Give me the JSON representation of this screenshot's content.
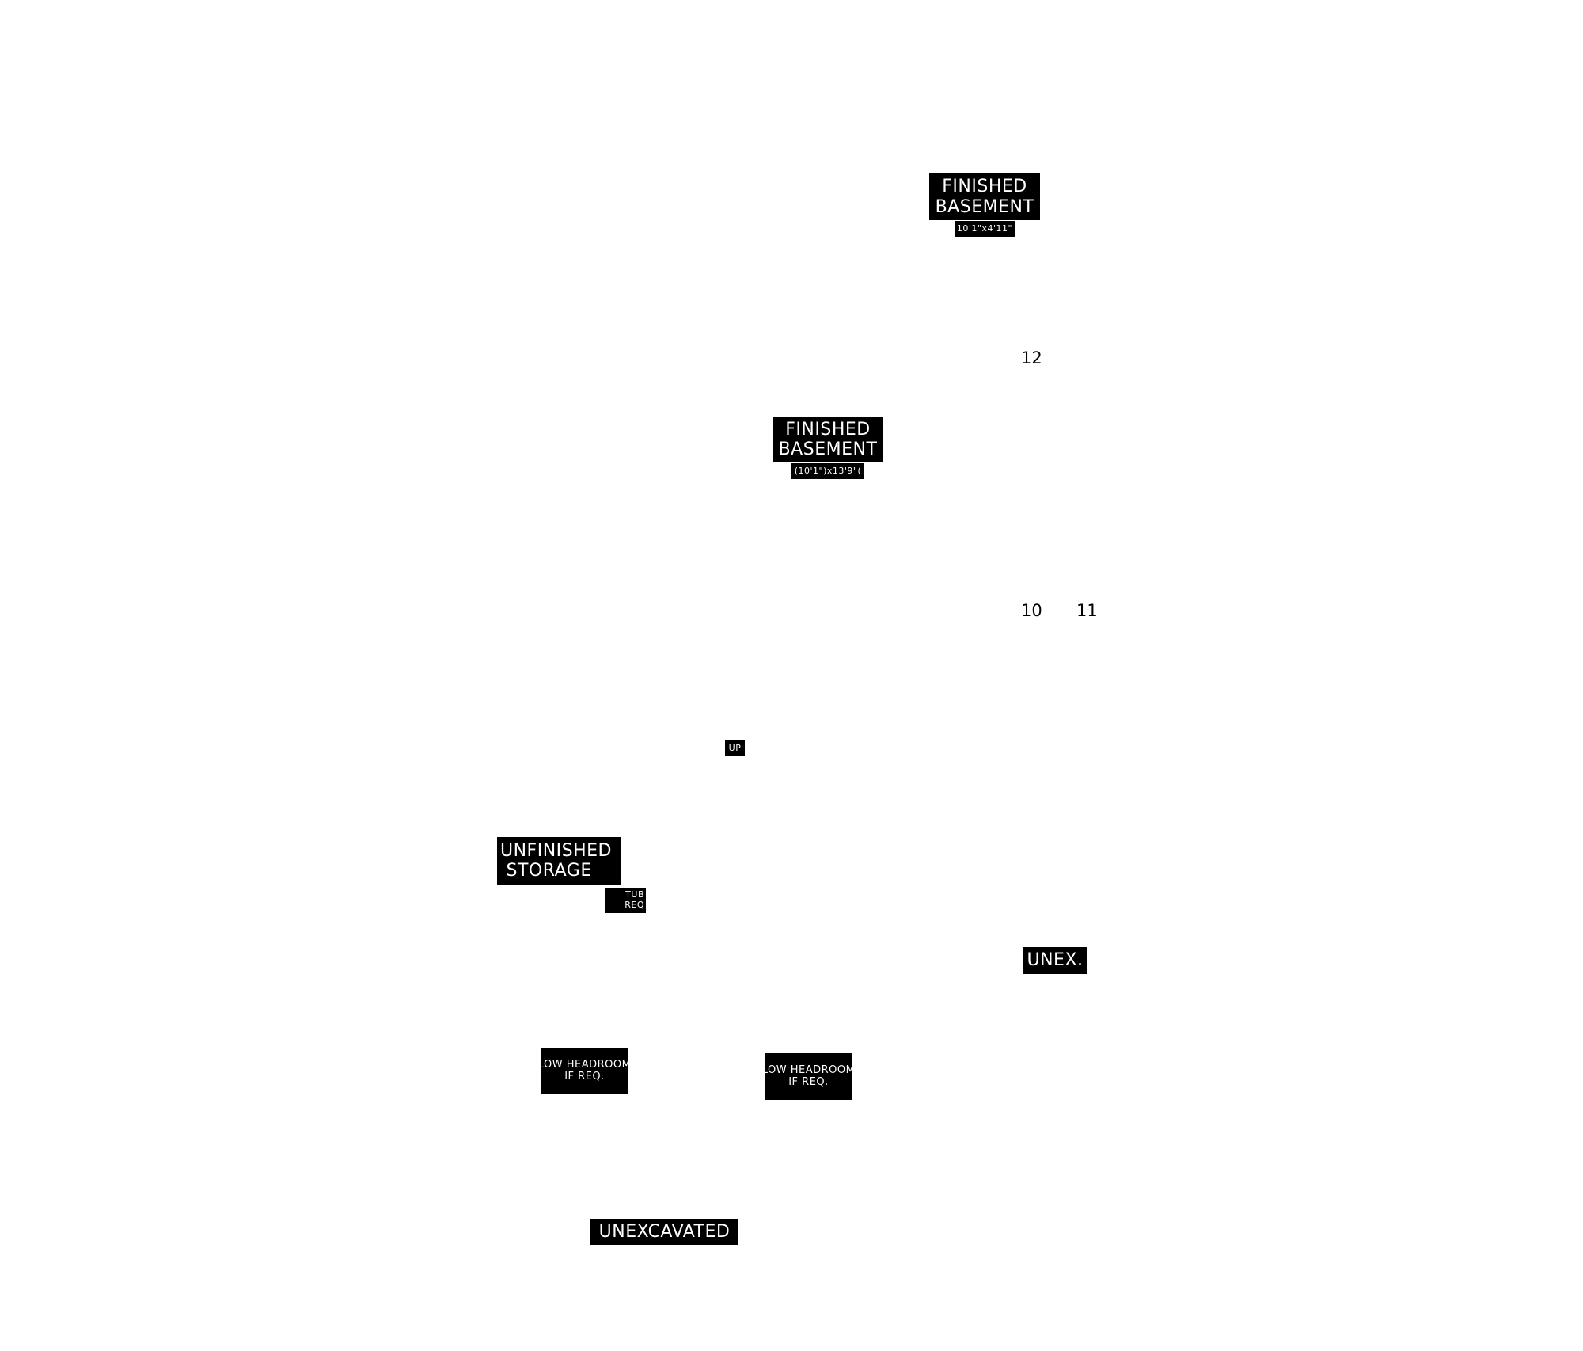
{
  "labels": {
    "finished_basement_1": {
      "line1": "FINISHED",
      "line2": "BASEMENT",
      "dimensions": "10'1\"x4'11\""
    },
    "finished_basement_2": {
      "line1": "FINISHED",
      "line2": "BASEMENT",
      "dimensions": "(10'1\")x13'9\"("
    },
    "room_number_12": "12",
    "room_number_10": "10",
    "room_number_11": "11",
    "stairs_up": "UP",
    "unfinished_storage": {
      "line1": "UNFINISHED",
      "line2": " STORAGE"
    },
    "tub_req": {
      "line1": "TUB",
      "line2": "REQ"
    },
    "unex_short": "UNEX.",
    "low_headroom_1": {
      "line1": "LOW HEADROOM",
      "line2": "IF REQ."
    },
    "low_headroom_2": {
      "line1": "LOW HEADROOM",
      "line2": "IF REQ."
    },
    "unexcavated": "UNEXCAVATED"
  },
  "colors": {
    "label_background": "#000000",
    "label_text": "#ffffff",
    "page_background": "#ffffff"
  }
}
